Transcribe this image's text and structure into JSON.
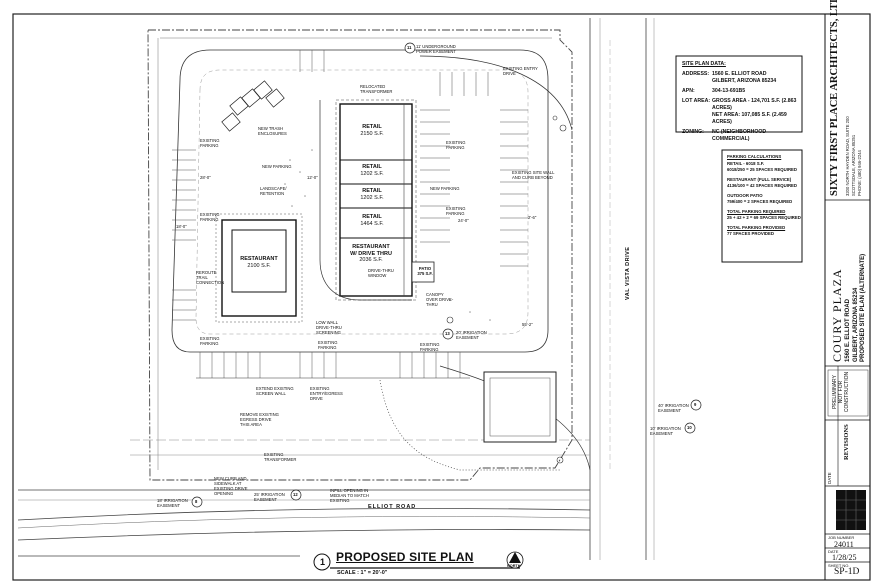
{
  "title": {
    "number": "1",
    "text": "PROPOSED SITE PLAN",
    "scale": "SCALE : 1\" = 20'-0\"",
    "north": "NORTH"
  },
  "site_data": {
    "heading": "SITE PLAN DATA:",
    "rows": [
      {
        "label": "ADDRESS:",
        "value": "1560 E. ELLIOT ROAD"
      },
      {
        "label": "",
        "value": "GILBERT, ARIZONA 85234"
      },
      {
        "label": "APN:",
        "value": "304-13-691B5"
      },
      {
        "label": "LOT AREA:",
        "value": "GROSS AREA - 124,701 S.F. (2.863 ACRES)"
      },
      {
        "label": "",
        "value": "NET AREA: 107,085 S.F. (2.459 ACRES)"
      },
      {
        "label": "ZONING:",
        "value": "NC (NEIGHBORHOOD COMMERCIAL)"
      }
    ]
  },
  "parking": {
    "lines": [
      {
        "text": "PARKING CALCULATIONS",
        "u": true
      },
      {
        "text": "RETAIL - 6018 S.F."
      },
      {
        "text": "6018/250 = 25 SPACES REQUIRED"
      },
      {
        "text": ""
      },
      {
        "text": "RESTAURANT (FULL SERVICE)"
      },
      {
        "text": "4136/100 = 42 SPACES REQUIRED"
      },
      {
        "text": ""
      },
      {
        "text": "OUTDOOR PATIO"
      },
      {
        "text": "759/400 = 2 SPACES REQUIRED"
      },
      {
        "text": ""
      },
      {
        "text": "TOTAL PARKING REQUIRED",
        "u": true
      },
      {
        "text": "25 + 42 + 2 = 69 SPACES REQUIRED"
      },
      {
        "text": ""
      },
      {
        "text": "TOTAL PARKING PROVIDED",
        "u": true
      },
      {
        "text": "77 SPACES PROVIDED"
      }
    ]
  },
  "buildings": [
    {
      "name": "RETAIL",
      "area": "2150 S.F."
    },
    {
      "name": "RETAIL",
      "area": "1202 S.F."
    },
    {
      "name": "RETAIL",
      "area": "1202 S.F."
    },
    {
      "name": "RETAIL",
      "area": "1464 S.F."
    },
    {
      "name": "RESTAURANT",
      "sub": "W/ DRIVE THRU",
      "area": "2036 S.F."
    },
    {
      "name": "RESTAURANT",
      "area": "2100 S.F."
    }
  ],
  "labels": {
    "underground_easement": "11' UNDERGROUND POWER EASEMENT",
    "existing_entry_drive": "EXISTING ENTRY DRIVE",
    "relocated_transformer": "RELOCATED TRANSFORMER",
    "new_trash": "NEW TRASH ENCLOSURES",
    "new_parking": "NEW PARKING",
    "landscape": "LANDSCAPE/ RETENTION",
    "existing_parking": "EXISTING PARKING",
    "reroute_trail": "REROUTE TRAIL CONNECTION",
    "drive_thru_window": "DRIVE-THRU WINDOW",
    "patio": "PATIO",
    "patio_area": "375 S.F.",
    "canopy": "CANOPY OVER DRIVE-THRU",
    "low_wall": "LOW WALL DRIVE-THRU SCREENING",
    "existing_site_wall": "EXISTING SITE WALL AND CURB BEYOND",
    "irrigation_easement": "20' IRRIGATION EASEMENT",
    "extend_wall": "EXTEND EXISTING SCREEN WALL",
    "existing_entry_egress": "EXISTING ENTRY/EGRESS DRIVE",
    "remove_drive": "REMOVE EXISTING EGRESS DRIVE THIS AREA",
    "existing_transformer": "EXISTING TRANSFORMER",
    "new_curb": "NEW CURB AND SIDEWALK AT EXISTING DRIVE OPENING",
    "infill": "INFILL OPENING IN MEDIAN TO MATCH EXISTING",
    "irrigation_10": "10' IRRIGATION EASEMENT",
    "irrigation_40": "40' IRRIGATION EASEMENT",
    "irrigation_25": "25' IRRIGATION EASEMENT",
    "irrigation_18": "18' IRRIGATION EASEMENT",
    "val_vista": "VAL VISTA DRIVE",
    "elliot": "ELLIOT ROAD",
    "dims": [
      "28'-0\"",
      "18'-0\"",
      "12'-0\"",
      "24'-0\"",
      "55'-2\"",
      "2'-6\""
    ]
  },
  "title_block": {
    "firm": "SIXTY FIRST PLACE ARCHITECTS, LTD.",
    "firm_addr1": "3200 NORTH HAYDEN ROAD, SUITE 200",
    "firm_addr2": "SCOTTSDALE, ARIZONA 85251",
    "firm_phone": "PHONE: (480) 946-2244",
    "project": "COURY PLAZA",
    "project_addr1": "1560 E. ELLIOT ROAD",
    "project_addr2": "GILBERT, ARIZONA 85234",
    "sheet_title": "PROPOSED SITE PLAN (ALTERNATE)",
    "preliminary": "PRELIMINARY NOT FOR CONSTRUCTION",
    "revisions": "REVISIONS",
    "date_label": "DATE",
    "job_label": "JOB NUMBER",
    "job": "24011",
    "date_label2": "DATE",
    "date": "1/28/25",
    "sheet_label": "SHEET NO.",
    "sheet": "SP-1D",
    "callouts": [
      "11",
      "8",
      "9",
      "10",
      "12",
      "13"
    ]
  }
}
